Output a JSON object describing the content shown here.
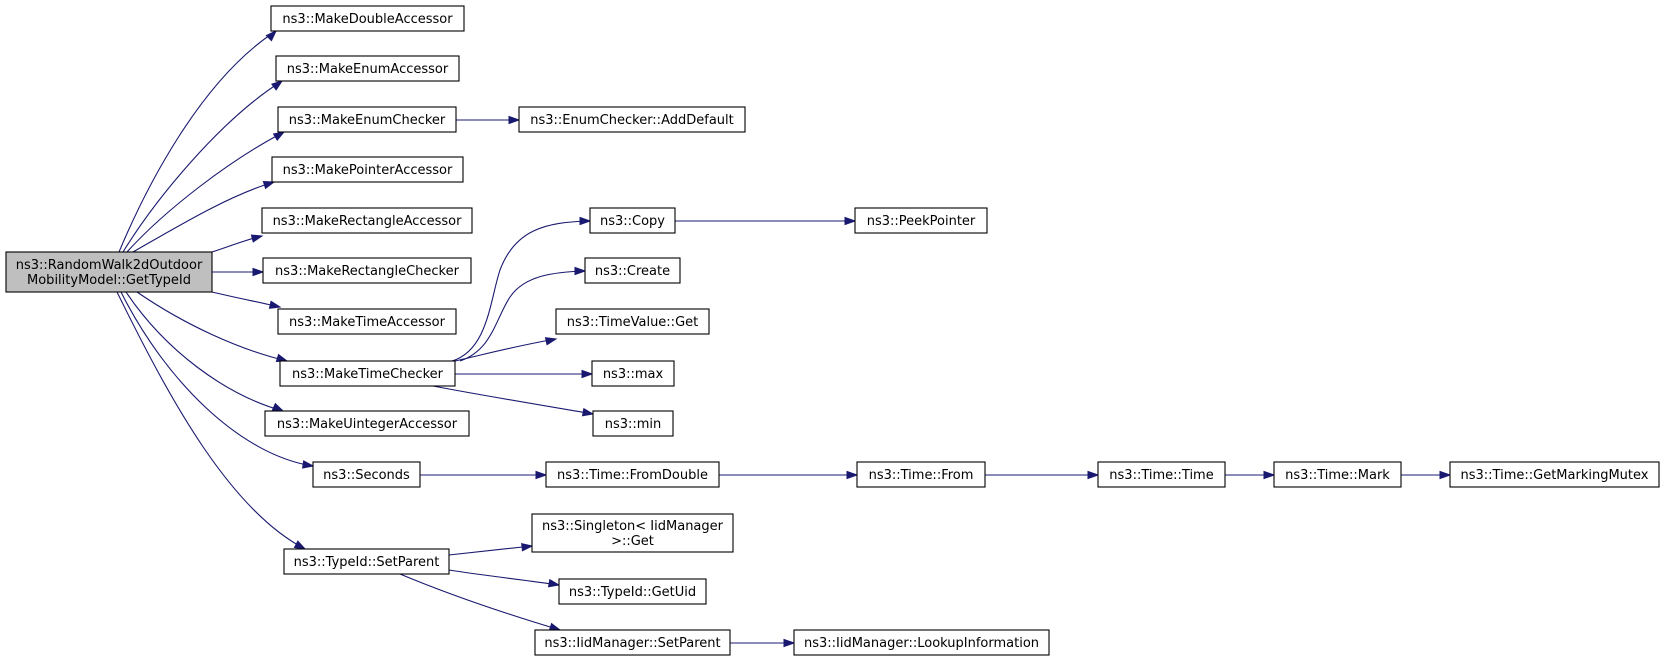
{
  "diagram": {
    "title": "",
    "nodes": [
      {
        "id": "root",
        "label": [
          "ns3::RandomWalk2dOutdoor",
          "MobilityModel::GetTypeId"
        ],
        "highlighted": true
      },
      {
        "id": "mda",
        "label": [
          "ns3::MakeDoubleAccessor"
        ]
      },
      {
        "id": "mea",
        "label": [
          "ns3::MakeEnumAccessor"
        ]
      },
      {
        "id": "mec",
        "label": [
          "ns3::MakeEnumChecker"
        ]
      },
      {
        "id": "ecad",
        "label": [
          "ns3::EnumChecker::AddDefault"
        ]
      },
      {
        "id": "mpa",
        "label": [
          "ns3::MakePointerAccessor"
        ]
      },
      {
        "id": "mra",
        "label": [
          "ns3::MakeRectangleAccessor"
        ]
      },
      {
        "id": "mrc",
        "label": [
          "ns3::MakeRectangleChecker"
        ]
      },
      {
        "id": "mta",
        "label": [
          "ns3::MakeTimeAccessor"
        ]
      },
      {
        "id": "mtc",
        "label": [
          "ns3::MakeTimeChecker"
        ]
      },
      {
        "id": "mua",
        "label": [
          "ns3::MakeUintegerAccessor"
        ]
      },
      {
        "id": "sec",
        "label": [
          "ns3::Seconds"
        ]
      },
      {
        "id": "tsp",
        "label": [
          "ns3::TypeId::SetParent"
        ]
      },
      {
        "id": "copy",
        "label": [
          "ns3::Copy"
        ]
      },
      {
        "id": "peek",
        "label": [
          "ns3::PeekPointer"
        ]
      },
      {
        "id": "create",
        "label": [
          "ns3::Create"
        ]
      },
      {
        "id": "tvget",
        "label": [
          "ns3::TimeValue::Get"
        ]
      },
      {
        "id": "max",
        "label": [
          "ns3::max"
        ]
      },
      {
        "id": "min",
        "label": [
          "ns3::min"
        ]
      },
      {
        "id": "tfd",
        "label": [
          "ns3::Time::FromDouble"
        ]
      },
      {
        "id": "tfrom",
        "label": [
          "ns3::Time::From"
        ]
      },
      {
        "id": "ttime",
        "label": [
          "ns3::Time::Time"
        ]
      },
      {
        "id": "tmark",
        "label": [
          "ns3::Time::Mark"
        ]
      },
      {
        "id": "tgmm",
        "label": [
          "ns3::Time::GetMarkingMutex"
        ]
      },
      {
        "id": "sing",
        "label": [
          "ns3::Singleton< IidManager",
          ">::Get"
        ]
      },
      {
        "id": "getuid",
        "label": [
          "ns3::TypeId::GetUid"
        ]
      },
      {
        "id": "iidsp",
        "label": [
          "ns3::IidManager::SetParent"
        ]
      },
      {
        "id": "lookup",
        "label": [
          "ns3::IidManager::LookupInformation"
        ]
      }
    ],
    "edges": [
      [
        "root",
        "mda"
      ],
      [
        "root",
        "mea"
      ],
      [
        "root",
        "mec"
      ],
      [
        "root",
        "mpa"
      ],
      [
        "root",
        "mra"
      ],
      [
        "root",
        "mrc"
      ],
      [
        "root",
        "mta"
      ],
      [
        "root",
        "mtc"
      ],
      [
        "root",
        "mua"
      ],
      [
        "root",
        "sec"
      ],
      [
        "root",
        "tsp"
      ],
      [
        "mec",
        "ecad"
      ],
      [
        "mtc",
        "copy"
      ],
      [
        "mtc",
        "create"
      ],
      [
        "mtc",
        "tvget"
      ],
      [
        "mtc",
        "max"
      ],
      [
        "mtc",
        "min"
      ],
      [
        "copy",
        "peek"
      ],
      [
        "sec",
        "tfd"
      ],
      [
        "tfd",
        "tfrom"
      ],
      [
        "tfrom",
        "ttime"
      ],
      [
        "ttime",
        "tmark"
      ],
      [
        "tmark",
        "tgmm"
      ],
      [
        "tsp",
        "sing"
      ],
      [
        "tsp",
        "getuid"
      ],
      [
        "tsp",
        "iidsp"
      ],
      [
        "iidsp",
        "lookup"
      ]
    ],
    "colors": {
      "edge": "#191970",
      "node_border": "#000000",
      "node_fill": "#ffffff",
      "root_fill": "#bfbfbf"
    }
  }
}
